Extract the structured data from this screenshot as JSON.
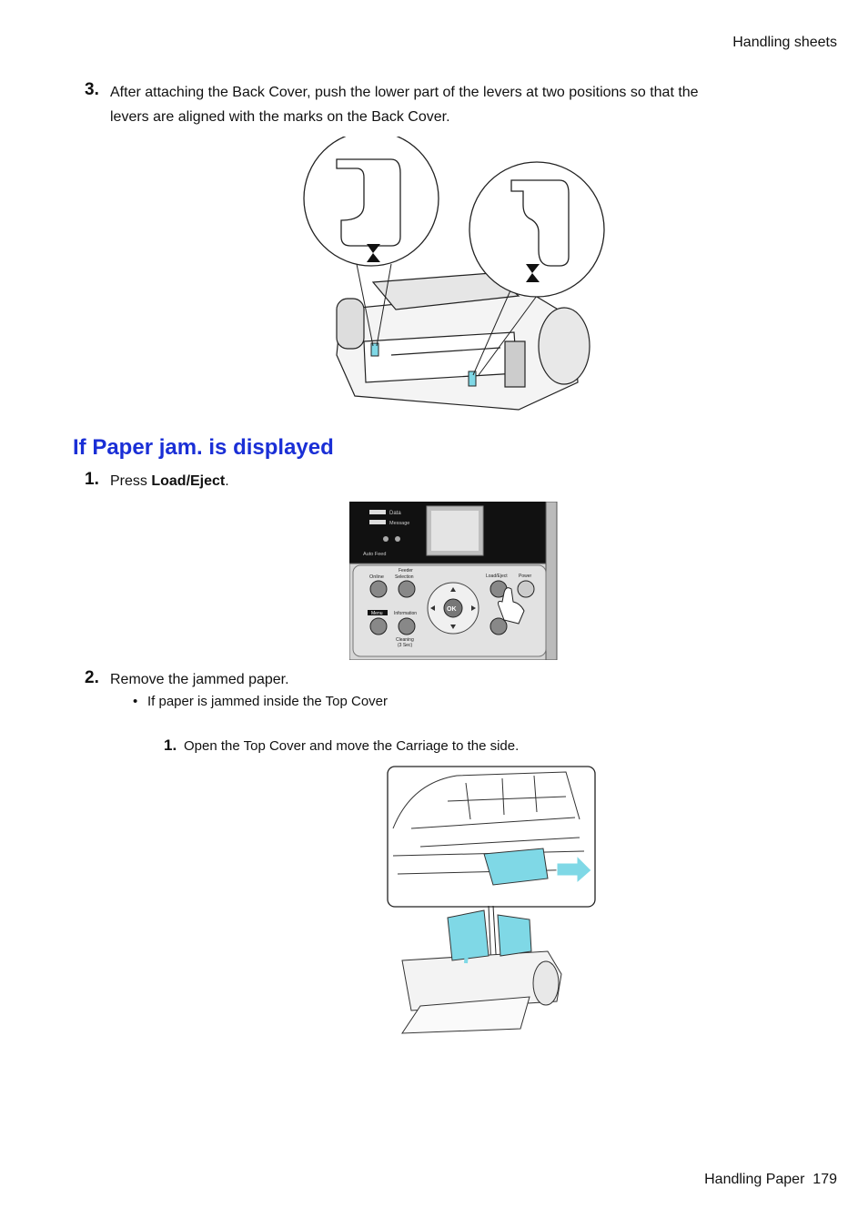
{
  "header": {
    "section": "Handling  sheets"
  },
  "step3": {
    "number": "3.",
    "line1": "After attaching the Back Cover, push the lower part of the levers at two positions so that the",
    "line2": "levers are aligned with the marks on the Back Cover."
  },
  "section_heading": "If Paper jam.  is displayed",
  "step1": {
    "number": "1.",
    "prefix": "Press ",
    "bold": "Load/Eject",
    "suffix": "."
  },
  "panel": {
    "data": "Data",
    "message": "Message",
    "auto_feed": "Auto Feed",
    "online": "Online",
    "feeder_selection_1": "Feeder",
    "feeder_selection_2": "Selection",
    "load_eject": "Load/Eject",
    "power": "Power",
    "menu": "Menu",
    "information": "Information",
    "cleaning_1": "Cleaning",
    "cleaning_2": "(3 Sec)",
    "ok": "OK"
  },
  "step2": {
    "number": "2.",
    "text": "Remove the jammed paper."
  },
  "bullet1": {
    "mark": "•",
    "text": "If paper is jammed inside the Top Cover"
  },
  "substep1": {
    "number": "1.",
    "text": "Open the Top Cover and move the Carriage to the side."
  },
  "footer": {
    "chapter": "Handling Paper",
    "page": "179"
  },
  "colors": {
    "heading": "#1a2fd6",
    "highlight": "#7fd8e6",
    "panel_dark": "#111111",
    "panel_light": "#d9d9d9"
  }
}
